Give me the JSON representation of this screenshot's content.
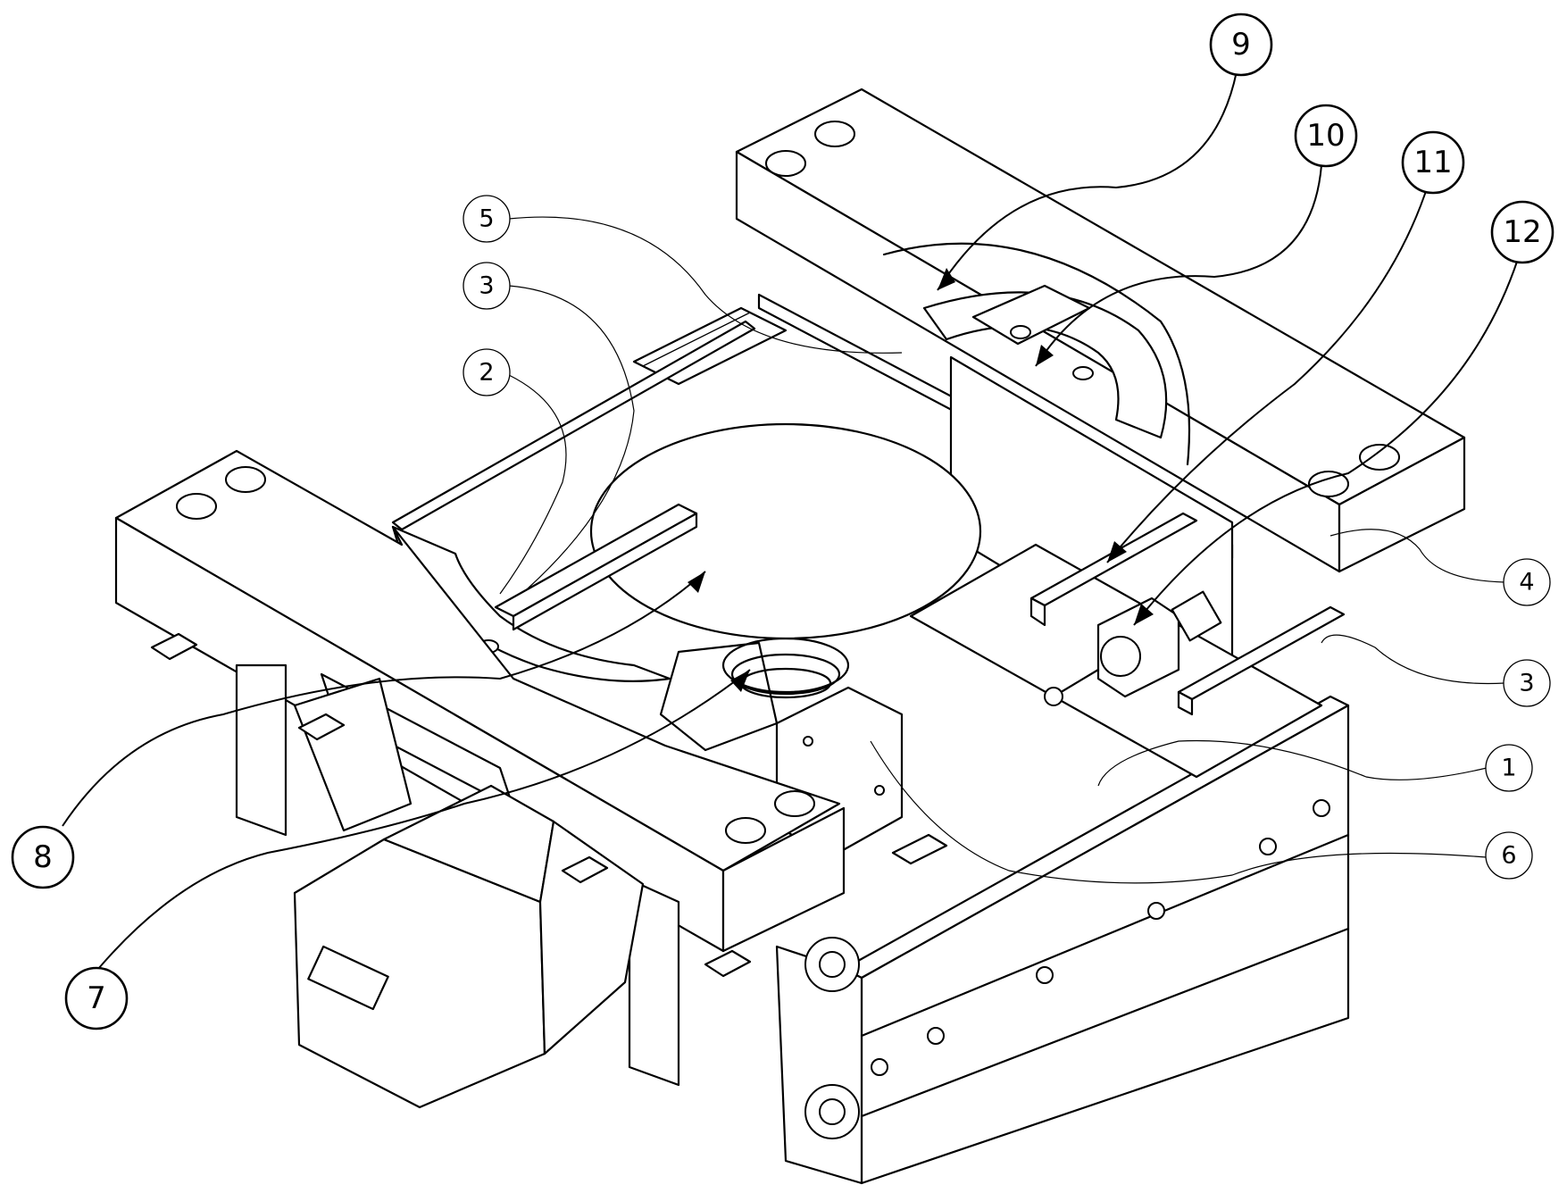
{
  "drawing": {
    "callouts": [
      {
        "id": "callout-1",
        "label": "1"
      },
      {
        "id": "callout-2",
        "label": "2"
      },
      {
        "id": "callout-3a",
        "label": "3"
      },
      {
        "id": "callout-3b",
        "label": "3"
      },
      {
        "id": "callout-4",
        "label": "4"
      },
      {
        "id": "callout-5",
        "label": "5"
      },
      {
        "id": "callout-6",
        "label": "6"
      },
      {
        "id": "callout-7",
        "label": "7"
      },
      {
        "id": "callout-8",
        "label": "8"
      },
      {
        "id": "callout-9",
        "label": "9"
      },
      {
        "id": "callout-10",
        "label": "10"
      },
      {
        "id": "callout-11",
        "label": "11"
      },
      {
        "id": "callout-12",
        "label": "12"
      }
    ]
  }
}
